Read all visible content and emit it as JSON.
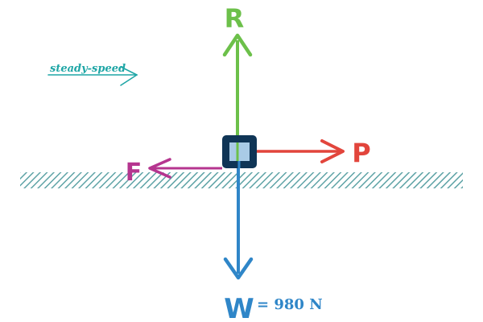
{
  "motion": {
    "label": "steady-speed"
  },
  "forces": {
    "normal": {
      "label": "R",
      "color": "#6cc04a"
    },
    "push": {
      "label": "P",
      "color": "#e2453c"
    },
    "friction": {
      "label": "F",
      "color": "#b5358f"
    },
    "weight": {
      "label": "W",
      "value": "= 980 N",
      "color": "#2f86c8"
    }
  },
  "block": {
    "fill": "#a9cbe6",
    "border": "#0f3556"
  },
  "ground": {
    "color": "#5ea3a6"
  },
  "motion_color": "#1fa6a6"
}
